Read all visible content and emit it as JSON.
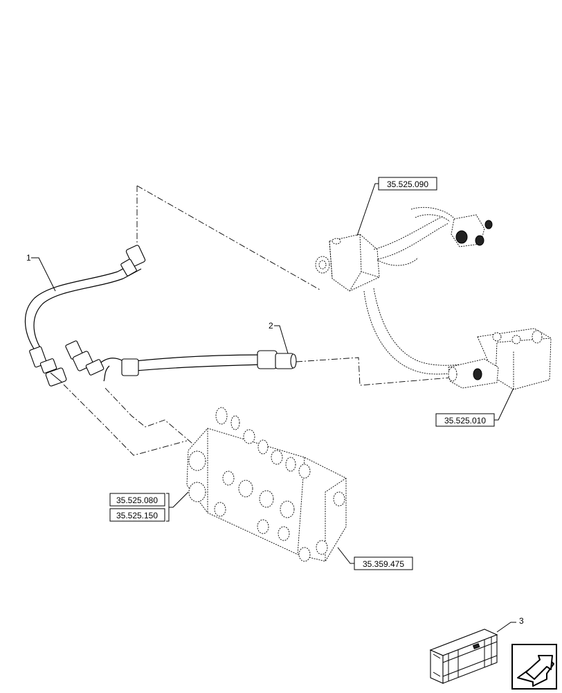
{
  "callouts": {
    "item_1": "1",
    "item_2": "2",
    "item_3": "3"
  },
  "references": {
    "ref_top_valve": "35.525.090",
    "ref_right_valve": "35.525.010",
    "ref_left_upper": "35.525.080",
    "ref_left_lower": "35.525.150",
    "ref_control_valve": "35.359.475"
  },
  "icons": {
    "kit_box": "kit-box-icon",
    "navigation": "arrow-forward-icon"
  }
}
